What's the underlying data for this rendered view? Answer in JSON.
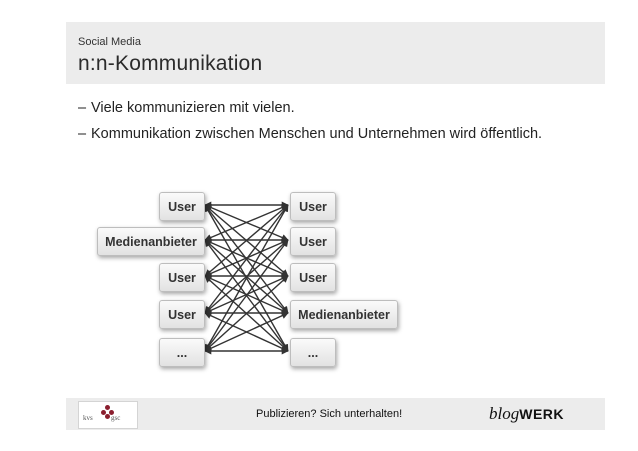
{
  "header": {
    "kicker": "Social Media",
    "title": "n:n-Kommunikation"
  },
  "bullets": [
    {
      "dash": "–",
      "text": "Viele kommunizieren mit vielen."
    },
    {
      "dash": "–",
      "text": "Kommunikation zwischen Menschen und Unternehmen wird öffentlich."
    }
  ],
  "diagram": {
    "left_nodes": [
      "User",
      "Medienanbieter",
      "User",
      "User",
      "..."
    ],
    "right_nodes": [
      "User",
      "User",
      "User",
      "Medienanbieter",
      "..."
    ]
  },
  "footer": {
    "text": "Publizieren? Sich unterhalten!",
    "logo_left": {
      "left": "kvs",
      "right": "gsc"
    },
    "logo_right": {
      "script": "blog",
      "bold": "WERK"
    }
  }
}
